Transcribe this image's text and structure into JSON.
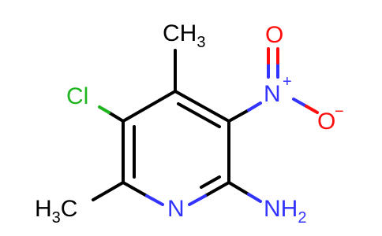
{
  "molecule": {
    "atoms": {
      "chloro": "Cl",
      "ring_nitrogen": "N",
      "amine": "NH",
      "amine_subscript": "2",
      "methyl_top": "CH",
      "methyl_top_subscript": "3",
      "methyl_left_prefix": "H",
      "methyl_left_subscript": "3",
      "methyl_left_suffix": "C",
      "nitro_nitrogen": "N",
      "nitro_nitrogen_charge": "+",
      "nitro_oxygen_double": "O",
      "nitro_oxygen_single": "O",
      "nitro_oxygen_charge": "−"
    },
    "colors": {
      "bond": "#000000",
      "carbon_hydrogen": "#000000",
      "nitrogen": "#3333ff",
      "oxygen": "#ff0d0d",
      "chlorine": "#1fb51f"
    }
  }
}
